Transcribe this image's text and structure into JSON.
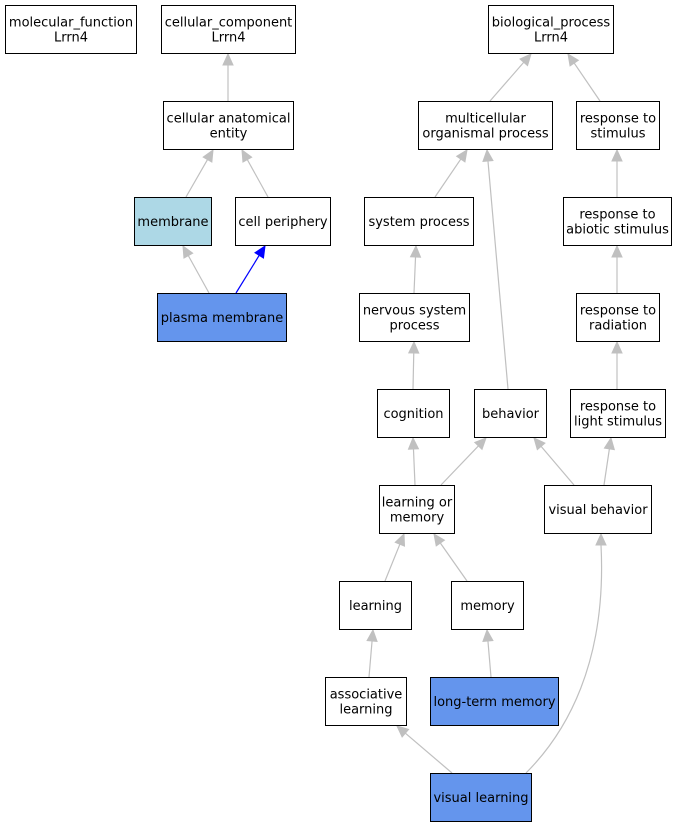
{
  "colors": {
    "plain_node": "#ffffff",
    "membrane_node": "#add8e6",
    "annotated_node": "#6495ed",
    "edge_default": "#c0c0c0",
    "edge_highlight": "#0000ff"
  },
  "nodes": [
    {
      "id": "molecular_function",
      "lines": [
        "molecular_function",
        "Lrrn4"
      ],
      "fill": "plain"
    },
    {
      "id": "cellular_component",
      "lines": [
        "cellular_component",
        "Lrrn4"
      ],
      "fill": "plain"
    },
    {
      "id": "biological_process",
      "lines": [
        "biological_process",
        "Lrrn4"
      ],
      "fill": "plain"
    },
    {
      "id": "cellular_anatomical_entity",
      "lines": [
        "cellular anatomical",
        "entity"
      ],
      "fill": "plain"
    },
    {
      "id": "multicellular_organismal_process",
      "lines": [
        "multicellular",
        "organismal process"
      ],
      "fill": "plain"
    },
    {
      "id": "response_to_stimulus",
      "lines": [
        "response to",
        "stimulus"
      ],
      "fill": "plain"
    },
    {
      "id": "membrane",
      "lines": [
        "membrane"
      ],
      "fill": "membrane"
    },
    {
      "id": "cell_periphery",
      "lines": [
        "cell periphery"
      ],
      "fill": "plain"
    },
    {
      "id": "system_process",
      "lines": [
        "system process"
      ],
      "fill": "plain"
    },
    {
      "id": "response_to_abiotic_stimulus",
      "lines": [
        "response to",
        "abiotic stimulus"
      ],
      "fill": "plain"
    },
    {
      "id": "plasma_membrane",
      "lines": [
        "plasma membrane"
      ],
      "fill": "annotated"
    },
    {
      "id": "nervous_system_process",
      "lines": [
        "nervous system",
        "process"
      ],
      "fill": "plain"
    },
    {
      "id": "response_to_radiation",
      "lines": [
        "response to",
        "radiation"
      ],
      "fill": "plain"
    },
    {
      "id": "cognition",
      "lines": [
        "cognition"
      ],
      "fill": "plain"
    },
    {
      "id": "behavior",
      "lines": [
        "behavior"
      ],
      "fill": "plain"
    },
    {
      "id": "response_to_light_stimulus",
      "lines": [
        "response to",
        "light stimulus"
      ],
      "fill": "plain"
    },
    {
      "id": "learning_or_memory",
      "lines": [
        "learning or",
        "memory"
      ],
      "fill": "plain"
    },
    {
      "id": "visual_behavior",
      "lines": [
        "visual behavior"
      ],
      "fill": "plain"
    },
    {
      "id": "learning",
      "lines": [
        "learning"
      ],
      "fill": "plain"
    },
    {
      "id": "memory",
      "lines": [
        "memory"
      ],
      "fill": "plain"
    },
    {
      "id": "associative_learning",
      "lines": [
        "associative",
        "learning"
      ],
      "fill": "plain"
    },
    {
      "id": "long_term_memory",
      "lines": [
        "long-term memory"
      ],
      "fill": "annotated"
    },
    {
      "id": "visual_learning",
      "lines": [
        "visual learning"
      ],
      "fill": "annotated"
    }
  ],
  "edges": [
    {
      "from": "cellular_anatomical_entity",
      "to": "cellular_component",
      "style": "default"
    },
    {
      "from": "multicellular_organismal_process",
      "to": "biological_process",
      "style": "default"
    },
    {
      "from": "response_to_stimulus",
      "to": "biological_process",
      "style": "default"
    },
    {
      "from": "membrane",
      "to": "cellular_anatomical_entity",
      "style": "default"
    },
    {
      "from": "cell_periphery",
      "to": "cellular_anatomical_entity",
      "style": "default"
    },
    {
      "from": "system_process",
      "to": "multicellular_organismal_process",
      "style": "default"
    },
    {
      "from": "behavior",
      "to": "multicellular_organismal_process",
      "style": "default"
    },
    {
      "from": "response_to_abiotic_stimulus",
      "to": "response_to_stimulus",
      "style": "default"
    },
    {
      "from": "plasma_membrane",
      "to": "membrane",
      "style": "default"
    },
    {
      "from": "plasma_membrane",
      "to": "cell_periphery",
      "style": "highlight"
    },
    {
      "from": "nervous_system_process",
      "to": "system_process",
      "style": "default"
    },
    {
      "from": "response_to_radiation",
      "to": "response_to_abiotic_stimulus",
      "style": "default"
    },
    {
      "from": "cognition",
      "to": "nervous_system_process",
      "style": "default"
    },
    {
      "from": "response_to_light_stimulus",
      "to": "response_to_radiation",
      "style": "default"
    },
    {
      "from": "learning_or_memory",
      "to": "cognition",
      "style": "default"
    },
    {
      "from": "learning_or_memory",
      "to": "behavior",
      "style": "default"
    },
    {
      "from": "visual_behavior",
      "to": "behavior",
      "style": "default"
    },
    {
      "from": "visual_behavior",
      "to": "response_to_light_stimulus",
      "style": "default"
    },
    {
      "from": "learning",
      "to": "learning_or_memory",
      "style": "default"
    },
    {
      "from": "memory",
      "to": "learning_or_memory",
      "style": "default"
    },
    {
      "from": "associative_learning",
      "to": "learning",
      "style": "default"
    },
    {
      "from": "long_term_memory",
      "to": "memory",
      "style": "default"
    },
    {
      "from": "visual_learning",
      "to": "associative_learning",
      "style": "default"
    },
    {
      "from": "visual_learning",
      "to": "visual_behavior",
      "style": "default"
    }
  ]
}
